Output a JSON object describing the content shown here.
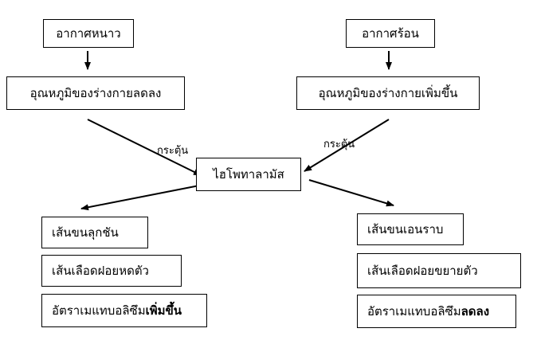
{
  "left": {
    "weather": "อากาศหนาว",
    "body_temp": "อุณหภูมิของร่างกายลดลง",
    "stimulus": "กระตุ้น",
    "responses": [
      {
        "text": "เส้นขนลุกชัน"
      },
      {
        "text": "เส้นเลือดฝอยหดตัว"
      },
      {
        "text": "อัตราเมแทบอลิซึม",
        "emphasis": "เพิ่มขึ้น"
      }
    ]
  },
  "center": {
    "label": "ไฮโพทาลามัส"
  },
  "right": {
    "weather": "อากาศร้อน",
    "body_temp": "อุณหภูมิของร่างกายเพิ่มขึ้น",
    "stimulus": "กระตุ้น",
    "responses": [
      {
        "text": "เส้นขนเอนราบ"
      },
      {
        "text": "เส้นเลือดฝอยขยายตัว"
      },
      {
        "text": "อัตราเมแทบอลิซึม",
        "emphasis": "ลดลง"
      }
    ]
  }
}
